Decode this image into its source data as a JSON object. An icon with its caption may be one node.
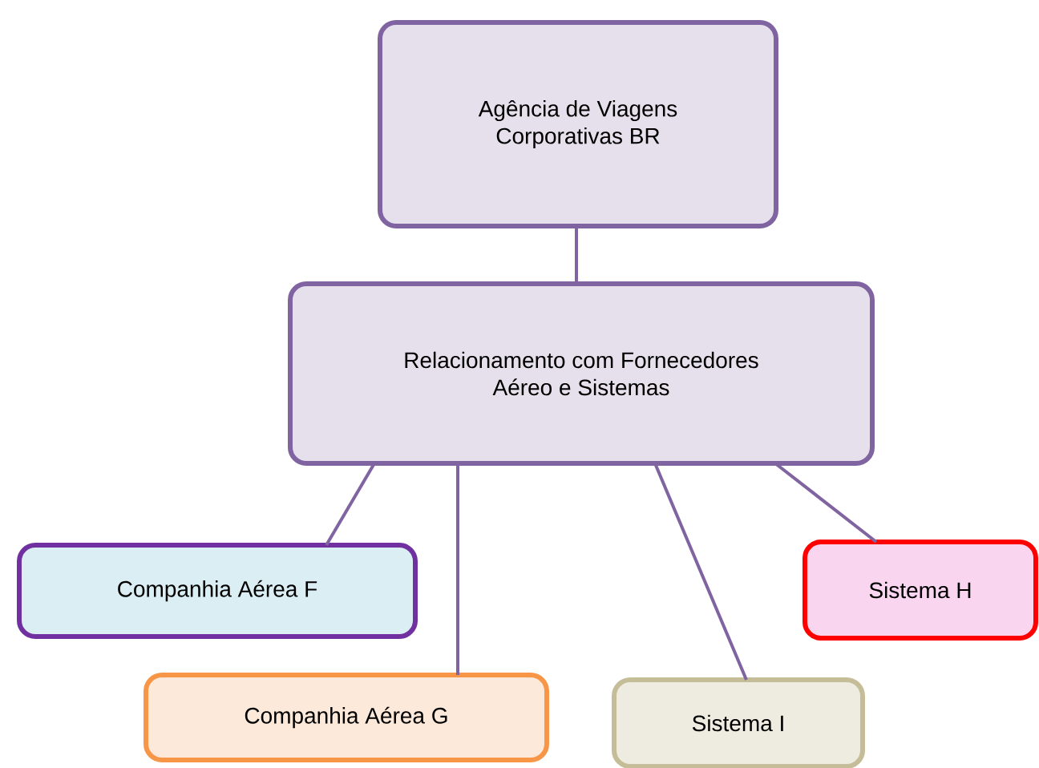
{
  "diagram": {
    "nodes": [
      {
        "text": [
          "Agência de Viagens Corporativas BR"
        ]
      },
      {
        "text": [
          "Relacionamento com Fornecedores Aéreo e Sistemas"
        ]
      },
      {
        "text": [
          "Companhia Aérea F"
        ]
      },
      {
        "text": [
          "Companhia Aérea G"
        ]
      },
      {
        "text": [
          "Sistema I"
        ]
      },
      {
        "text": [
          "Sistema H"
        ]
      }
    ],
    "edges": [
      {
        "from": 0,
        "to": 1,
        "arrow": "none"
      },
      {
        "from": 1,
        "to": 2,
        "arrow": "none"
      },
      {
        "from": 1,
        "to": 3,
        "arrow": "none"
      },
      {
        "from": 1,
        "to": 4,
        "arrow": "none"
      },
      {
        "from": 1,
        "to": 5,
        "arrow": "none"
      }
    ]
  }
}
